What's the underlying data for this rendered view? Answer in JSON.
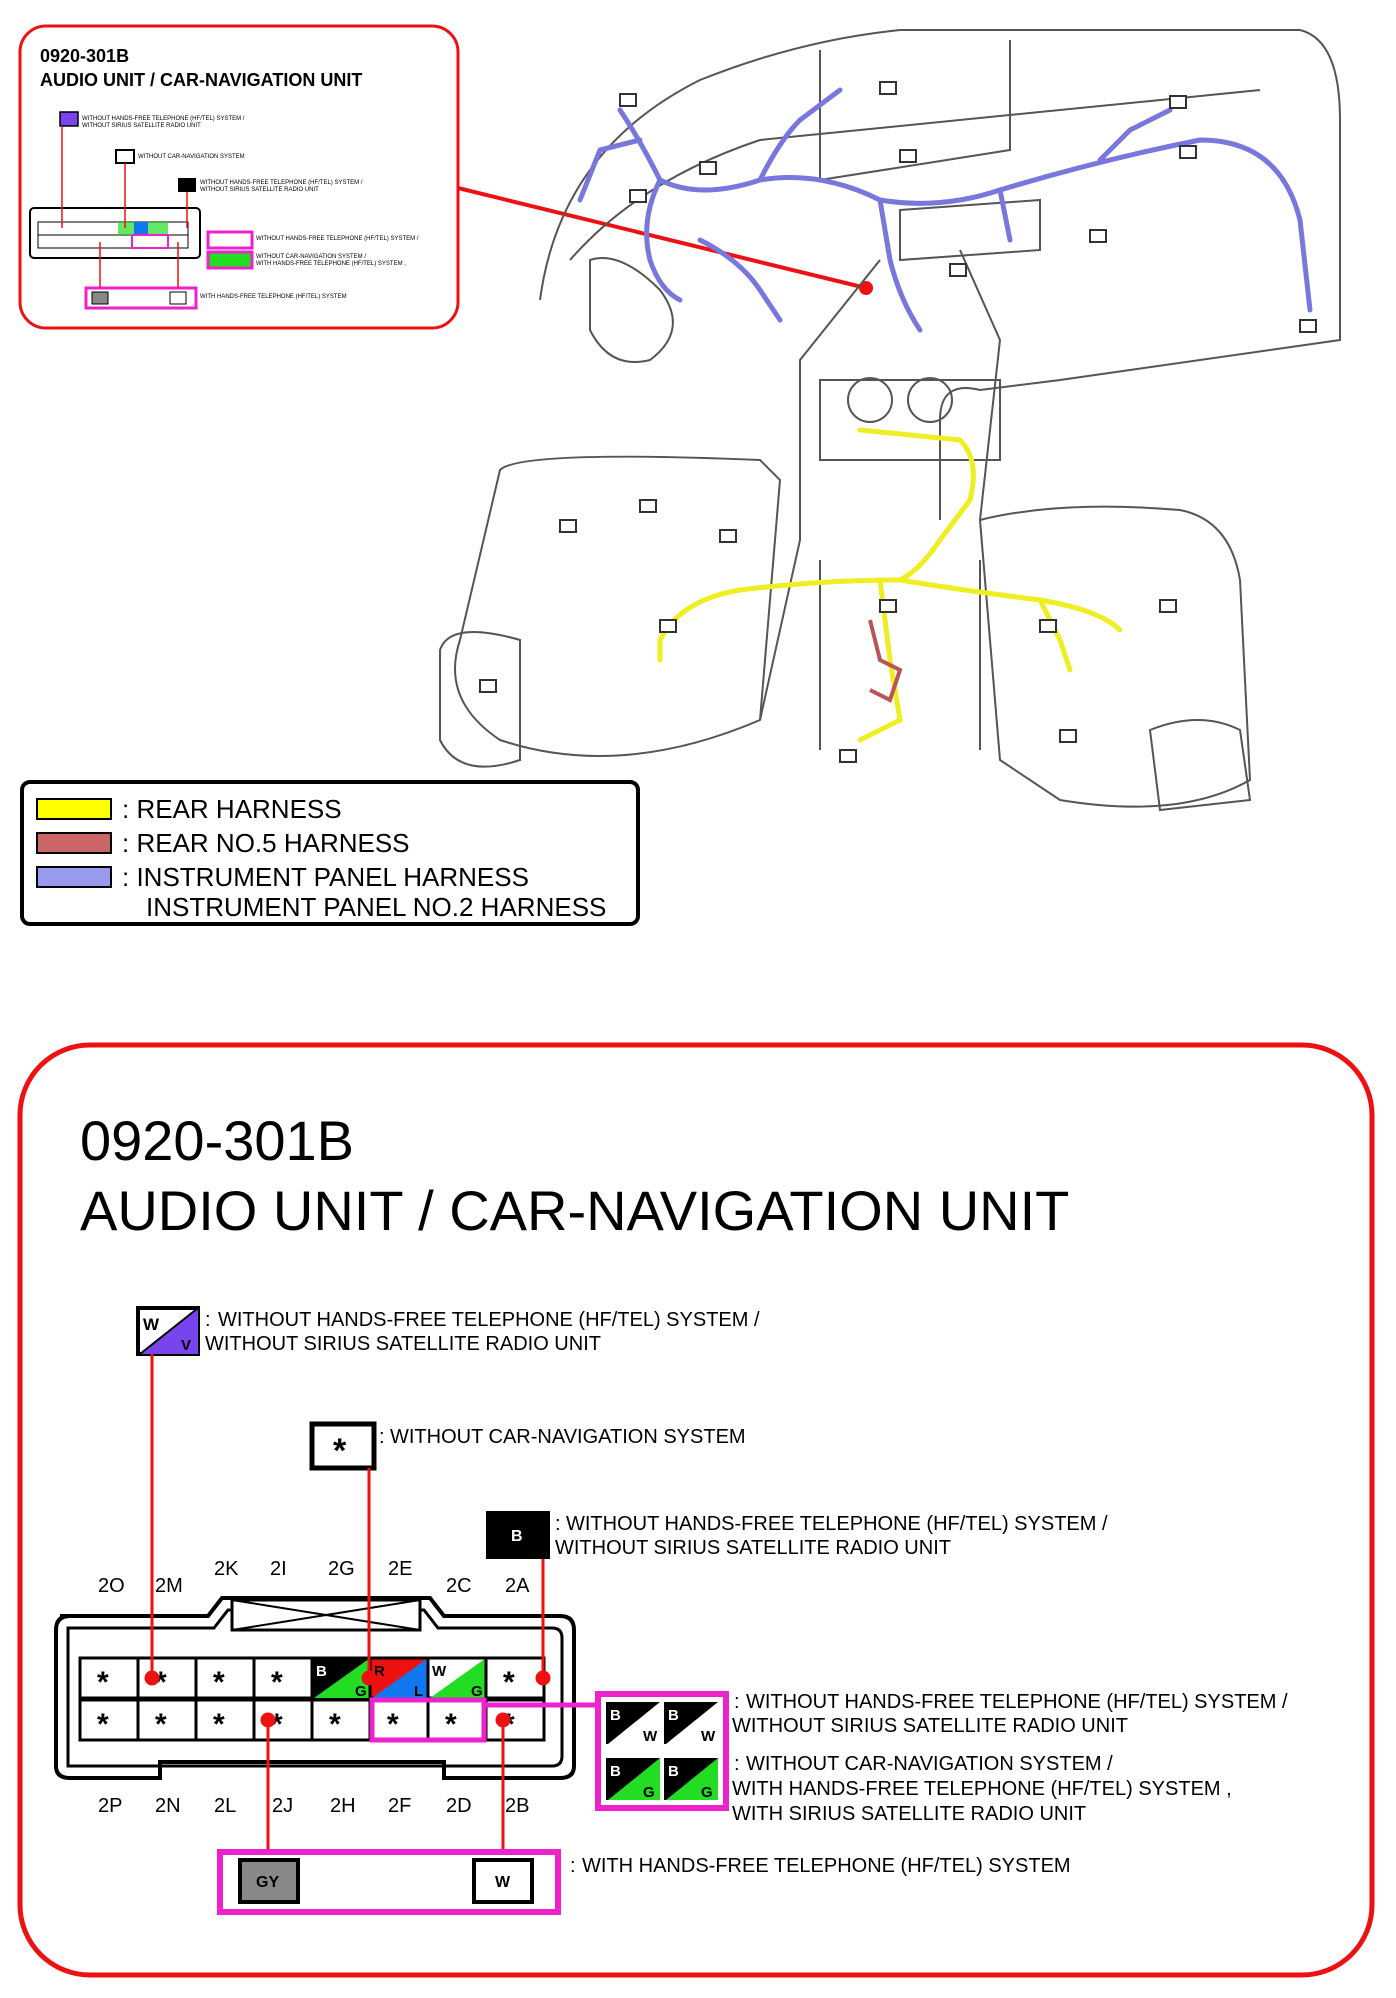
{
  "connector": {
    "code": "0920-301B",
    "name": "AUDIO UNIT / CAR-NAVIGATION UNIT"
  },
  "notes": {
    "wv": "WITHOUT HANDS-FREE TELEPHONE (HF/TEL) SYSTEM /",
    "wv2": "WITHOUT SIRIUS SATELLITE RADIO UNIT",
    "star": "WITHOUT CAR-NAVIGATION SYSTEM",
    "b": "WITHOUT HANDS-FREE TELEPHONE (HF/TEL) SYSTEM /",
    "b2": "WITHOUT SIRIUS SATELLITE RADIO UNIT",
    "bw": "WITHOUT HANDS-FREE TELEPHONE (HF/TEL) SYSTEM /",
    "bw2": "WITHOUT SIRIUS SATELLITE RADIO UNIT",
    "bg": "WITHOUT CAR-NAVIGATION SYSTEM /",
    "bg2": "WITH HANDS-FREE TELEPHONE (HF/TEL) SYSTEM ,",
    "bg3": "WITH SIRIUS SATELLITE RADIO UNIT",
    "hf": "WITH HANDS-FREE TELEPHONE (HF/TEL) SYSTEM",
    "colon": ":"
  },
  "pins": {
    "top": [
      "2O",
      "2M",
      "2K",
      "2I",
      "2G",
      "2E",
      "2C",
      "2A"
    ],
    "bottom": [
      "2P",
      "2N",
      "2L",
      "2J",
      "2H",
      "2F",
      "2D",
      "2B"
    ]
  },
  "wire_codes": {
    "w": "W",
    "v": "V",
    "b": "B",
    "g": "G",
    "r": "R",
    "l": "L",
    "gy": "GY",
    "star": "*"
  },
  "legend": [
    {
      "label": "REAR HARNESS",
      "color": "#ffff00"
    },
    {
      "label": "REAR NO.5 HARNESS",
      "color": "#cc6666"
    },
    {
      "label": "INSTRUMENT PANEL HARNESS",
      "color": "#9999ee"
    },
    {
      "label": "INSTRUMENT PANEL NO.2 HARNESS",
      "color": ""
    }
  ],
  "colors": {
    "red_frame": "#ee1111",
    "magenta": "#ee22cc",
    "green": "#22dd22",
    "blue": "#1177ee",
    "purple": "#7744ee",
    "gray": "#888888",
    "harness_blue": "#7777dd",
    "harness_yellow": "#eeee22",
    "harness_red": "#bb5555"
  }
}
